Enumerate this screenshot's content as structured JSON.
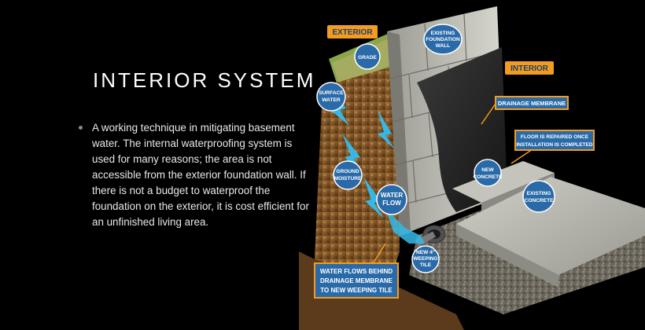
{
  "slide": {
    "title": "INTERIOR SYSTEM",
    "bullet": "A working technique in mitigating basement water. The internal waterproofing system is used for many reasons; the area is not accessible from the exterior foundation wall. If there is not a budget to waterproof the foundation on the exterior, it is cost efficient for an unfinished living area."
  },
  "diagram": {
    "exterior_label": "EXTERIOR",
    "interior_label": "INTERIOR",
    "grade": "GRADE",
    "existing_wall_1": "EXISTING",
    "existing_wall_2": "FOUNDATION",
    "existing_wall_3": "WALL",
    "surface_water_1": "SURFACE",
    "surface_water_2": "WATER",
    "drainage_membrane": "DRAINAGE MEMBRANE",
    "floor_repaired_1": "FLOOR IS REPAIRED ONCE",
    "floor_repaired_2": "INSTALLATION IS COMPLETED",
    "ground_moisture_1": "GROUND",
    "ground_moisture_2": "MOISTURE",
    "new_concrete_1": "NEW",
    "new_concrete_2": "CONCRETE",
    "water_flow_1": "WATER",
    "water_flow_2": "FLOW",
    "existing_concrete_1": "EXISTING",
    "existing_concrete_2": "CONCRETE",
    "weeping_tile_1": "NEW 4\"",
    "weeping_tile_2": "WEEPING",
    "weeping_tile_3": "TILE",
    "water_flows_1": "WATER FLOWS BEHIND",
    "water_flows_2": "DRAINAGE MEMBRANE",
    "water_flows_3": "TO NEW WEEPING TILE"
  },
  "colors": {
    "background": "#000000",
    "label_orange": "#f39c1f",
    "badge_blue": "#2a6aa8",
    "water_blue": "#35b8e8"
  }
}
